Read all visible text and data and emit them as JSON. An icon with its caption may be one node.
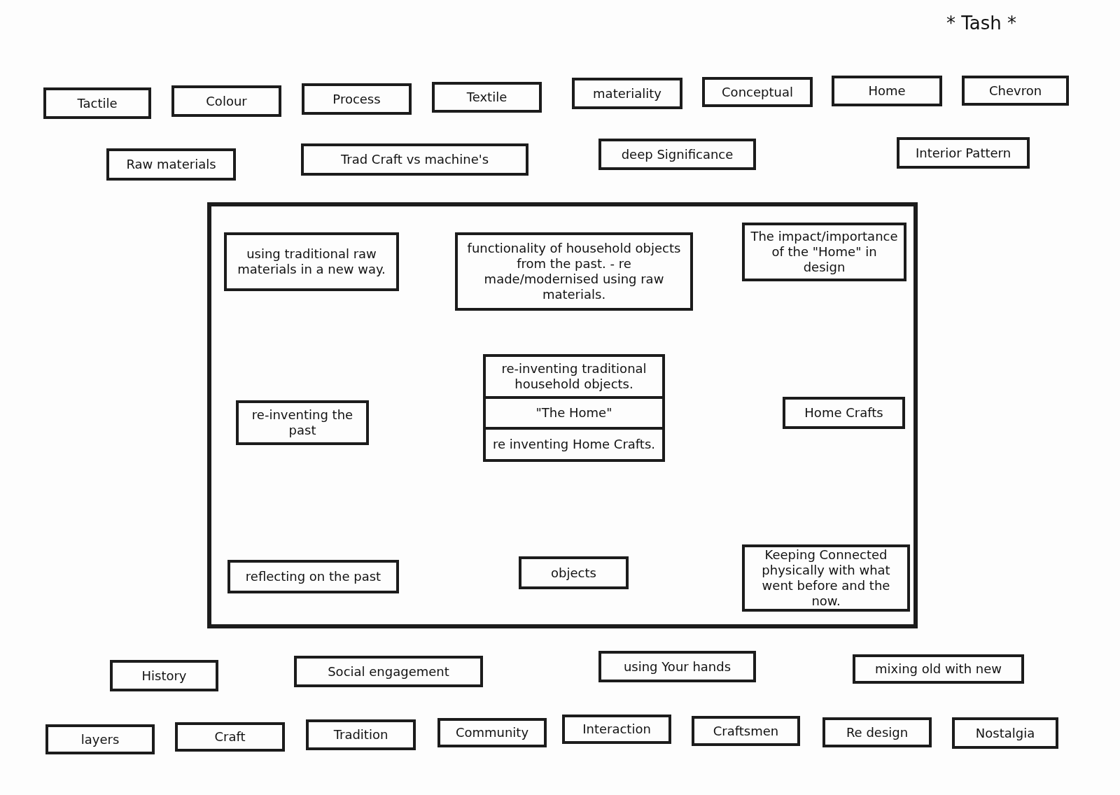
{
  "diagram": {
    "nodes": [
      {
        "text": [
          "Tactile"
        ]
      },
      {
        "text": [
          "Colour"
        ]
      },
      {
        "text": [
          "Process"
        ]
      },
      {
        "text": [
          "Textile"
        ]
      },
      {
        "text": [
          "materiality"
        ]
      },
      {
        "text": [
          "Conceptual"
        ]
      },
      {
        "text": [
          "Home"
        ]
      },
      {
        "text": [
          "Chevron"
        ]
      },
      {
        "text": [
          "Raw materials"
        ]
      },
      {
        "text": [
          "Trad Craft vs machine's"
        ]
      },
      {
        "text": [
          "deep Significance"
        ]
      },
      {
        "text": [
          "Interior Pattern"
        ]
      },
      {
        "text": [],
        "shape": "box"
      },
      {
        "text": [
          "using traditional raw materials in a new way."
        ],
        "in": 12
      },
      {
        "text": [
          "functionality of household objects from the past. - re made/modernised using raw materials."
        ],
        "in": 12
      },
      {
        "text": [
          "The impact/importance of the \"Home\" in design"
        ],
        "in": 12
      },
      {
        "text": [
          "re-inventing the past"
        ],
        "in": 12
      },
      {
        "text": [
          "re-inventing traditional household objects."
        ],
        "in": 12
      },
      {
        "text": [
          "\"The Home\""
        ],
        "in": 12
      },
      {
        "text": [
          "re inventing Home Crafts."
        ],
        "in": 12
      },
      {
        "text": [
          "Home Crafts"
        ],
        "in": 12
      },
      {
        "text": [
          "reflecting on the past"
        ],
        "in": 12
      },
      {
        "text": [
          "objects"
        ],
        "in": 12
      },
      {
        "text": [
          "Keeping Connected physically with what went before and the now."
        ],
        "in": 12
      },
      {
        "text": [
          "History"
        ]
      },
      {
        "text": [
          "Social engagement"
        ]
      },
      {
        "text": [
          "using Your hands"
        ]
      },
      {
        "text": [
          "mixing old with new"
        ]
      },
      {
        "text": [
          "layers"
        ]
      },
      {
        "text": [
          "Craft"
        ]
      },
      {
        "text": [
          "Tradition"
        ]
      },
      {
        "text": [
          "Community"
        ]
      },
      {
        "text": [
          "Interaction"
        ]
      },
      {
        "text": [
          "Craftsmen"
        ]
      },
      {
        "text": [
          "Re design"
        ]
      },
      {
        "text": [
          "Nostalgia"
        ]
      }
    ],
    "labels": [
      "* Tash *"
    ]
  }
}
